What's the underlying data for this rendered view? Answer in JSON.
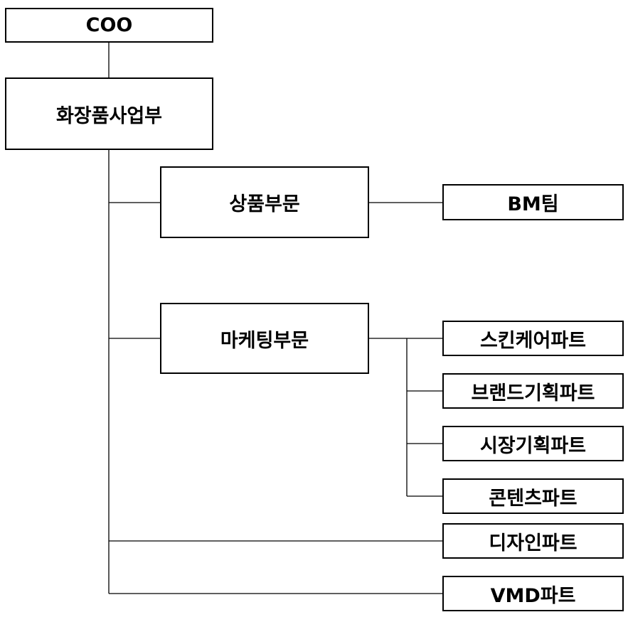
{
  "org_chart": {
    "coo": "COO",
    "division": "화장품사업부",
    "product_dept": "상품부문",
    "bm_team": "BM팀",
    "marketing_dept": "마케팅부문",
    "marketing_parts": [
      "스킨케어파트",
      "브랜드기획파트",
      "시장기획파트",
      "콘텐츠파트"
    ],
    "design_part": "디자인파트",
    "vmd_part": "VMD파트"
  }
}
